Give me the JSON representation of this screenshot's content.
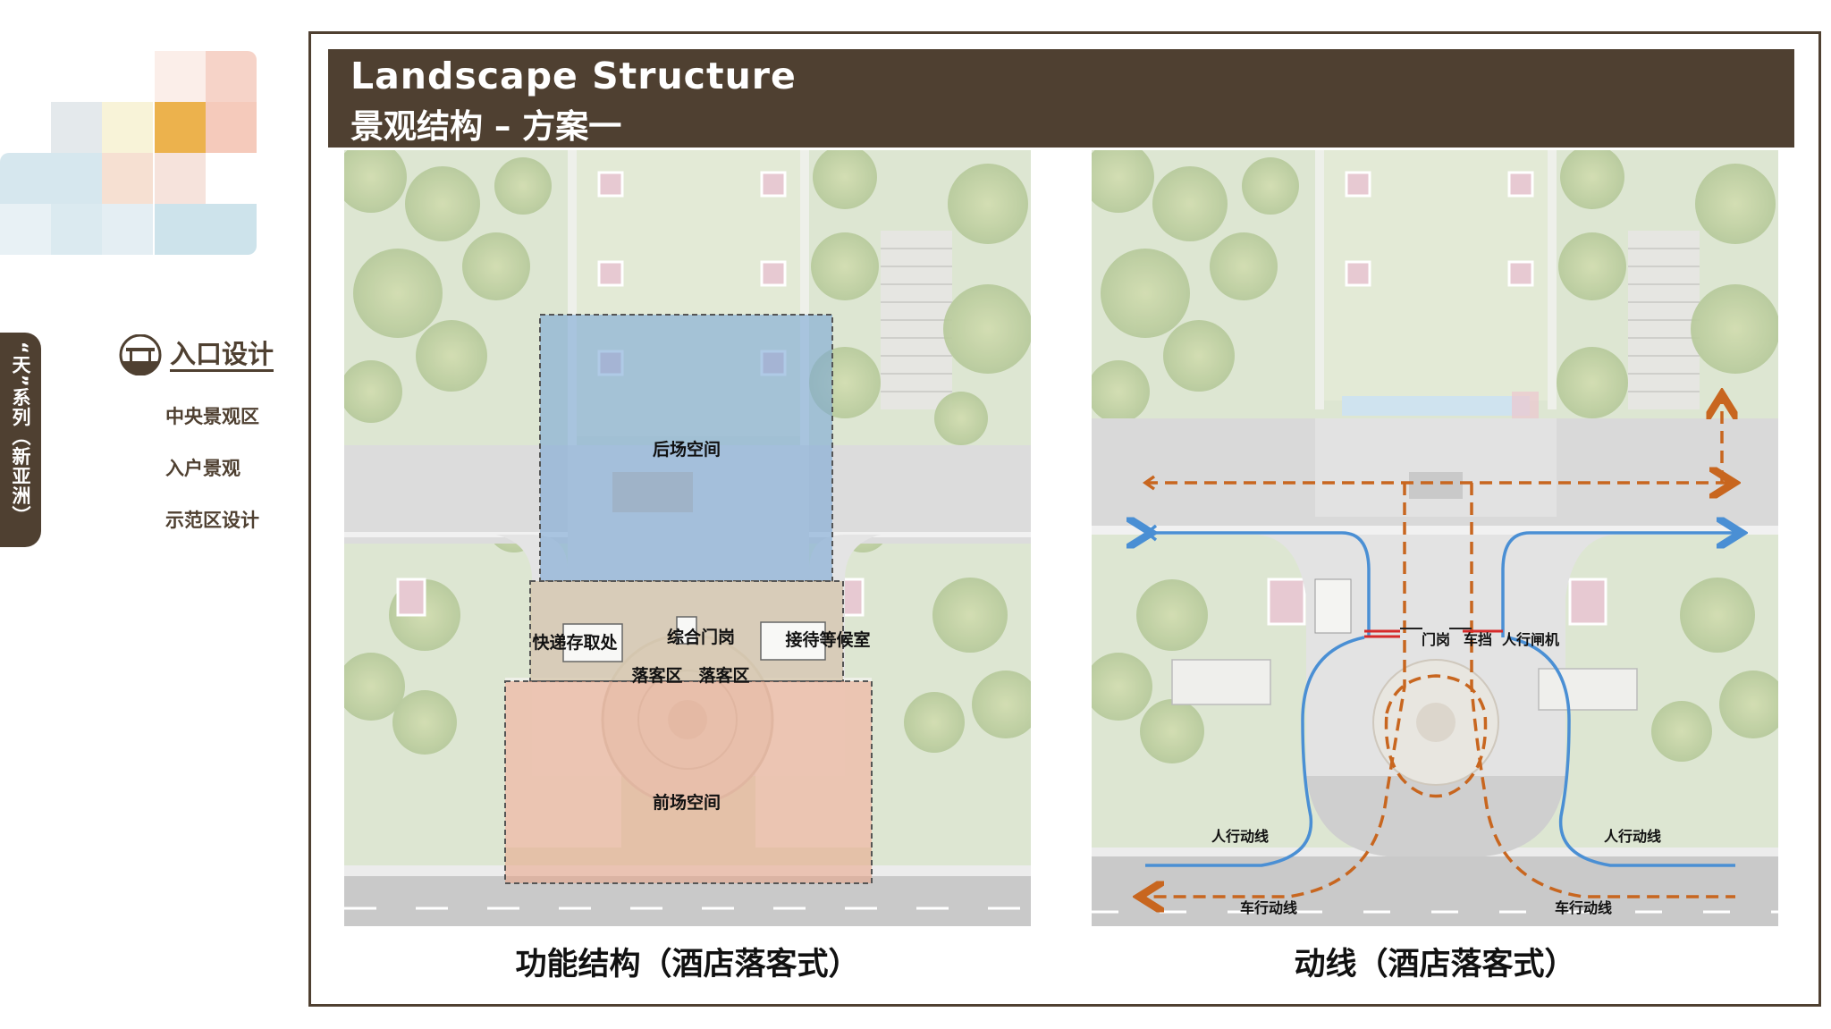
{
  "colors": {
    "brand": "#4f4031",
    "zone_rear": "#7aa6d6",
    "zone_reception": "#d3c2a6",
    "zone_front": "#e9a285",
    "pedestrian_flow": "#4a8fd4",
    "vehicle_flow": "#c8661f",
    "gate_line": "#d62a2a"
  },
  "sidebar": {
    "vertical_tab": "“天”系列（新亚洲）",
    "nav_active": "入口设计",
    "nav_items": [
      "中央景观区",
      "入户景观",
      "示范区设计"
    ]
  },
  "header": {
    "title_en": "Landscape Structure",
    "title_cn": "景观结构 – 方案一"
  },
  "left_plan": {
    "caption": "功能结构（酒店落客式）",
    "labels": {
      "rear_space": "后场空间",
      "express_pickup": "快递存取处",
      "gatehouse": "综合门岗",
      "waiting_room": "接待等候室",
      "dropoff_1": "落客区",
      "dropoff_2": "落客区",
      "front_space": "前场空间"
    }
  },
  "right_plan": {
    "caption": "动线（酒店落客式）",
    "labels": {
      "gate": "门岗",
      "barrier": "车挡",
      "turnstile": "人行闸机",
      "ped_left": "人行动线",
      "ped_right": "人行动线",
      "veh_left": "车行动线",
      "veh_right": "车行动线"
    }
  }
}
